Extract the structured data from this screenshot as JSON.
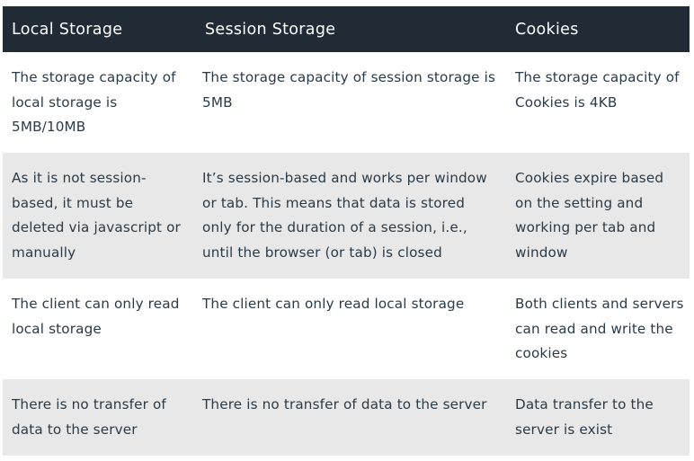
{
  "table": {
    "headers": [
      "Local Storage",
      "Session Storage",
      "Cookies"
    ],
    "rows": [
      [
        "The storage capacity of local storage is 5MB/10MB",
        "The storage capacity of session storage is 5MB",
        "The storage capacity of Cookies is 4KB"
      ],
      [
        "As it is not session-based, it must be deleted via javascript or manually",
        "It’s session-based and works per window or tab. This means that data is stored only for the duration of a session, i.e., until the browser (or tab) is closed",
        "Cookies expire based on the setting and working per tab and window"
      ],
      [
        "The client  can only read local storage",
        "The client can only read local storage",
        "Both clients and servers can read and write the cookies"
      ],
      [
        "There is no transfer of data to the server",
        "There is no transfer of data to the server",
        "Data transfer to the server is exist"
      ]
    ]
  },
  "colors": {
    "header_bg": "#212b35",
    "header_text": "#ffffff",
    "body_text": "#2b3a47",
    "stripe_bg": "#e8e8e8"
  }
}
